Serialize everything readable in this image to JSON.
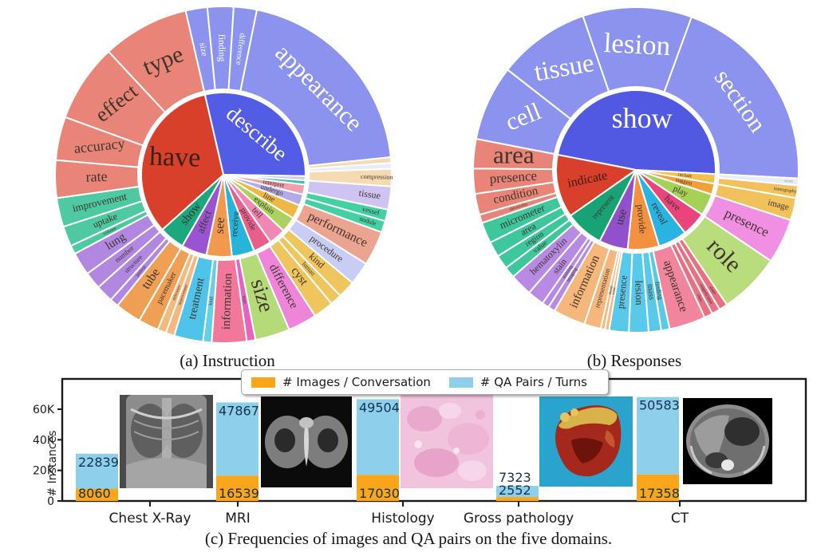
{
  "figure": {
    "caption_a": "(a) Instruction",
    "caption_b": "(b) Responses",
    "caption_c": "(c) Frequencies of images and QA pairs on the five domains."
  },
  "chart_data": [
    {
      "type": "sunburst",
      "id": "instruction",
      "title": "(a) Instruction",
      "inner_ring": [
        {
          "t": "describe",
          "a0": 347,
          "a1": 91,
          "c": "#535ce4",
          "fs": 27,
          "tc": "#ffffff",
          "rot": 40
        },
        {
          "t": "",
          "a0": 91,
          "a1": 94,
          "c": "#cdc5f3"
        },
        {
          "t": "",
          "a0": 94,
          "a1": 97,
          "c": "#38c29b"
        },
        {
          "t": "interpret",
          "a0": 97,
          "a1": 104,
          "c": "#eda0ad",
          "fs": 8
        },
        {
          "t": "undergo",
          "a0": 104,
          "a1": 112,
          "c": "#b4aae9",
          "fs": 9
        },
        {
          "t": "line",
          "a0": 112,
          "a1": 122,
          "c": "#eeb845",
          "fs": 10
        },
        {
          "t": "explain",
          "a0": 122,
          "a1": 133,
          "c": "#abd25e",
          "fs": 10
        },
        {
          "t": "tell",
          "a0": 133,
          "a1": 145,
          "c": "#f287b4",
          "fs": 11
        },
        {
          "t": "provide",
          "a0": 145,
          "a1": 158,
          "c": "#e85f8e",
          "fs": 10
        },
        {
          "t": "receive",
          "a0": 158,
          "a1": 174,
          "c": "#27b4da",
          "fs": 11,
          "rot": -86
        },
        {
          "t": "see",
          "a0": 174,
          "a1": 192,
          "c": "#f29950",
          "fs": 16
        },
        {
          "t": "affect",
          "a0": 192,
          "a1": 210,
          "c": "#9a54d2",
          "fs": 13
        },
        {
          "t": "show",
          "a0": 210,
          "a1": 228,
          "c": "#1ca87e",
          "fs": 15
        },
        {
          "t": "have",
          "a0": 228,
          "a1": 347,
          "c": "#d8402c",
          "fs": 34,
          "tc": "#33231d",
          "rot": 2
        }
      ],
      "outer_ring": [
        {
          "t": "size",
          "a0": 347,
          "a1": 354.5,
          "c": "#8b93ee",
          "fs": 11,
          "tc": "#ffffff"
        },
        {
          "t": "finding",
          "a0": 354.5,
          "a1": 3.5,
          "c": "#8b93ee",
          "fs": 12,
          "tc": "#ffffff"
        },
        {
          "t": "difference",
          "a0": 3.5,
          "a1": 11.5,
          "c": "#8b93ee",
          "fs": 10,
          "tc": "#ffffff"
        },
        {
          "t": "appearance",
          "a0": 11.5,
          "a1": 84,
          "c": "#8b93ee",
          "fs": 31,
          "tc": "#ffffff",
          "rot": 45
        },
        {
          "t": "",
          "a0": 84,
          "a1": 86,
          "c": "#f6dbb2"
        },
        {
          "t": "",
          "a0": 86,
          "a1": 88,
          "c": "#e9ebf8"
        },
        {
          "t": "compression",
          "a0": 88,
          "a1": 94,
          "c": "#f6dbb2",
          "fs": 8,
          "lro": 0.82
        },
        {
          "t": "tissue",
          "a0": 94,
          "a1": 102,
          "c": "#cfc4f1",
          "fs": 12,
          "lro": 0.75
        },
        {
          "t": "vessel",
          "a0": 102,
          "a1": 106,
          "c": "#43d0a3",
          "fs": 9,
          "lro": 0.8
        },
        {
          "t": "nodule",
          "a0": 106,
          "a1": 110,
          "c": "#43d0a3",
          "fs": 8,
          "lro": 0.8
        },
        {
          "t": "performance",
          "a0": 110,
          "a1": 122,
          "c": "#eba48f",
          "fs": 16
        },
        {
          "t": "procedure",
          "a0": 122,
          "a1": 130,
          "c": "#c9cdf4",
          "fs": 12
        },
        {
          "t": "kind",
          "a0": 130,
          "a1": 136,
          "c": "#efc55e",
          "fs": 12
        },
        {
          "t": "luman",
          "a0": 136,
          "a1": 140,
          "c": "#efc55e",
          "fs": 8
        },
        {
          "t": "cyst",
          "a0": 140,
          "a1": 147,
          "c": "#efc55e",
          "fs": 15
        },
        {
          "t": "difference",
          "a0": 147,
          "a1": 157,
          "c": "#ef85d9",
          "fs": 15
        },
        {
          "t": "size",
          "a0": 157,
          "a1": 169,
          "c": "#b5db79",
          "fs": 27
        },
        {
          "t": "type",
          "a0": 169,
          "a1": 172,
          "c": "#e863c0",
          "fs": 6
        },
        {
          "t": "information",
          "a0": 172,
          "a1": 184,
          "c": "#f1789b",
          "fs": 15,
          "rot": -88
        },
        {
          "t": "kind",
          "a0": 184,
          "a1": 187,
          "c": "#66cfe8",
          "fs": 6
        },
        {
          "t": "treatment",
          "a0": 187,
          "a1": 197,
          "c": "#4fc3e9",
          "fs": 14
        },
        {
          "t": "improvement",
          "a0": 197,
          "a1": 200,
          "c": "#f5b97e",
          "fs": 5
        },
        {
          "t": "difference",
          "a0": 200,
          "a1": 203,
          "c": "#f5b97e",
          "fs": 5
        },
        {
          "t": "pacemaker",
          "a0": 203,
          "a1": 210,
          "c": "#f0a055",
          "fs": 10
        },
        {
          "t": "tube",
          "a0": 210,
          "a1": 219,
          "c": "#f0a055",
          "fs": 16
        },
        {
          "t": "patient",
          "a0": 219,
          "a1": 222,
          "c": "#b187e2",
          "fs": 6
        },
        {
          "t": "structure",
          "a0": 222,
          "a1": 228,
          "c": "#b187e2",
          "fs": 8
        },
        {
          "t": "number",
          "a0": 228,
          "a1": 234,
          "c": "#b187e2",
          "fs": 9
        },
        {
          "t": "lung",
          "a0": 234,
          "a1": 242,
          "c": "#b187e2",
          "fs": 15
        },
        {
          "t": "volume",
          "a0": 242,
          "a1": 245,
          "c": "#4fc9a2",
          "fs": 6
        },
        {
          "t": "uptake",
          "a0": 245,
          "a1": 252,
          "c": "#4fc9a2",
          "fs": 12
        },
        {
          "t": "improvement",
          "a0": 252,
          "a1": 262,
          "c": "#4fc9a2",
          "fs": 13
        },
        {
          "t": "rate",
          "a0": 262,
          "a1": 275,
          "c": "#e88578",
          "fs": 18
        },
        {
          "t": "accuracy",
          "a0": 275,
          "a1": 290,
          "c": "#e88578",
          "fs": 18,
          "rot": -6
        },
        {
          "t": "effect",
          "a0": 290,
          "a1": 317,
          "c": "#e88578",
          "fs": 26,
          "rot": -38
        },
        {
          "t": "type",
          "a0": 317,
          "a1": 347,
          "c": "#e88578",
          "fs": 30,
          "rot": -22
        }
      ]
    },
    {
      "type": "sunburst",
      "id": "responses",
      "title": "(b) Responses",
      "inner_ring": [
        {
          "t": "show",
          "a0": 281,
          "a1": 93,
          "c": "#5158e2",
          "fs": 36,
          "tc": "#ffffff",
          "rot": 0
        },
        {
          "t": "include",
          "a0": 93,
          "a1": 100,
          "c": "#f3c04e",
          "fs": 6
        },
        {
          "t": "suggest",
          "a0": 100,
          "a1": 108,
          "c": "#f3a03c",
          "fs": 7
        },
        {
          "t": "play",
          "a0": 108,
          "a1": 124,
          "c": "#a6d157",
          "fs": 11
        },
        {
          "t": "have",
          "a0": 124,
          "a1": 142,
          "c": "#e8457d",
          "fs": 12
        },
        {
          "t": "reveal",
          "a0": 142,
          "a1": 163,
          "c": "#29b3e2",
          "fs": 12
        },
        {
          "t": "provide",
          "a0": 163,
          "a1": 186,
          "c": "#f2913f",
          "fs": 12
        },
        {
          "t": "use",
          "a0": 186,
          "a1": 207,
          "c": "#9150cc",
          "fs": 15
        },
        {
          "t": "represent",
          "a0": 207,
          "a1": 235,
          "c": "#17a376",
          "fs": 10
        },
        {
          "t": "indicate",
          "a0": 235,
          "a1": 281,
          "c": "#d8402c",
          "fs": 16,
          "tc": "#3a1a12"
        }
      ],
      "outer_ring": [
        {
          "t": "cell",
          "a0": 281,
          "a1": 308,
          "c": "#8b93ee",
          "fs": 31,
          "tc": "#ffffff",
          "rot": -22
        },
        {
          "t": "tissue",
          "a0": 308,
          "a1": 341,
          "c": "#8b93ee",
          "fs": 33,
          "tc": "#ffffff",
          "rot": -10
        },
        {
          "t": "lesion",
          "a0": 341,
          "a1": 20,
          "c": "#8b93ee",
          "fs": 35,
          "tc": "#ffffff",
          "rot": 3
        },
        {
          "t": "section",
          "a0": 20,
          "a1": 93,
          "c": "#8b93ee",
          "fs": 31,
          "tc": "#ffffff",
          "rot": 55
        },
        {
          "t": "score",
          "a0": 93,
          "a1": 95.5,
          "c": "#e9ebf8",
          "fs": 5,
          "tc": "#8a8aa0",
          "lro": 0.88
        },
        {
          "t": "tomography",
          "a0": 95.5,
          "a1": 100,
          "c": "#f1c25c",
          "fs": 6,
          "lro": 0.85
        },
        {
          "t": "image",
          "a0": 100,
          "a1": 108,
          "c": "#f1c25c",
          "fs": 11,
          "lro": 0.8
        },
        {
          "t": "presence",
          "a0": 108,
          "a1": 124,
          "c": "#f18fe3",
          "fs": 17
        },
        {
          "t": "role",
          "a0": 124,
          "a1": 146,
          "c": "#b9dd7d",
          "fs": 30
        },
        {
          "t": "shape",
          "a0": 146,
          "a1": 149,
          "c": "#e87080",
          "fs": 5,
          "lro": 0.75
        },
        {
          "t": "magnification",
          "a0": 149,
          "a1": 152,
          "c": "#e87080",
          "fs": 5,
          "lro": 0.75
        },
        {
          "t": "class",
          "a0": 152,
          "a1": 155,
          "c": "#e87080",
          "fs": 5,
          "lro": 0.75
        },
        {
          "t": "appearance",
          "a0": 155,
          "a1": 168,
          "c": "#f2859e",
          "fs": 15
        },
        {
          "t": "finding",
          "a0": 168,
          "a1": 171,
          "c": "#59c9ea",
          "fs": 8
        },
        {
          "t": "mass",
          "a0": 171,
          "a1": 175.5,
          "c": "#59c9ea",
          "fs": 10
        },
        {
          "t": "lesion",
          "a0": 175.5,
          "a1": 182.5,
          "c": "#59c9ea",
          "fs": 13
        },
        {
          "t": "presence",
          "a0": 182.5,
          "a1": 189.5,
          "c": "#59c9ea",
          "fs": 12
        },
        {
          "t": "view",
          "a0": 189.5,
          "a1": 191,
          "c": "#f6b77c",
          "fs": 5
        },
        {
          "t": "detail",
          "a0": 191,
          "a1": 192.5,
          "c": "#f6b77c",
          "fs": 5
        },
        {
          "t": "representation",
          "a0": 192.5,
          "a1": 198.5,
          "c": "#f6b77c",
          "fs": 9
        },
        {
          "t": "information",
          "a0": 198.5,
          "a1": 210,
          "c": "#f6b77c",
          "fs": 15
        },
        {
          "t": "imaging",
          "a0": 210,
          "a1": 212.5,
          "c": "#b78ae4",
          "fs": 6
        },
        {
          "t": "staining",
          "a0": 212.5,
          "a1": 215,
          "c": "#b78ae4",
          "fs": 6
        },
        {
          "t": "stain",
          "a0": 215,
          "a1": 221,
          "c": "#b78ae4",
          "fs": 11
        },
        {
          "t": "hematoxylin",
          "a0": 221,
          "a1": 229,
          "c": "#b78ae4",
          "fs": 12
        },
        {
          "t": "value",
          "a0": 229,
          "a1": 233,
          "c": "#3ec79d",
          "fs": 9
        },
        {
          "t": "region",
          "a0": 233,
          "a1": 238,
          "c": "#3ec79d",
          "fs": 10
        },
        {
          "t": "area",
          "a0": 238,
          "a1": 243.5,
          "c": "#3ec79d",
          "fs": 12
        },
        {
          "t": "micrometer",
          "a0": 243.5,
          "a1": 251,
          "c": "#3ec79d",
          "fs": 13
        },
        {
          "t": "abnormality",
          "a0": 251,
          "a1": 254,
          "c": "#e88578",
          "fs": 5
        },
        {
          "t": "condition",
          "a0": 254,
          "a1": 261.5,
          "c": "#e88578",
          "fs": 15
        },
        {
          "t": "presence",
          "a0": 261.5,
          "a1": 270.5,
          "c": "#e88578",
          "fs": 17
        },
        {
          "t": "area",
          "a0": 270.5,
          "a1": 281,
          "c": "#e88578",
          "fs": 31,
          "rot": 0
        }
      ]
    },
    {
      "type": "bar",
      "id": "frequencies",
      "title": "(c) Frequencies of images and QA pairs on the five domains.",
      "stacked": true,
      "categories": [
        "Chest X-Ray",
        "MRI",
        "Histology",
        "Gross pathology",
        "CT"
      ],
      "series": [
        {
          "name": "# Images / Conversation",
          "color": "#f9a61a",
          "values": [
            8060,
            16539,
            17030,
            2552,
            17358
          ]
        },
        {
          "name": "# QA Pairs / Turns",
          "color": "#8ed0ec",
          "values": [
            22839,
            47867,
            49504,
            7323,
            50583
          ]
        }
      ],
      "ylabel": "# Instances",
      "yticks": [
        {
          "v": 0,
          "label": "0"
        },
        {
          "v": 20000,
          "label": "20K"
        },
        {
          "v": 40000,
          "label": "40K"
        },
        {
          "v": 60000,
          "label": "60K"
        }
      ],
      "ylim": [
        0,
        80000
      ],
      "value_label_color": "#16324a",
      "label_mode": [
        "inside",
        "inside",
        "inside",
        "outside",
        "inside"
      ],
      "legend_position": "top",
      "domain_images": [
        "chest-xray-photo",
        "mri-photo",
        "histology-photo",
        "gross-pathology-photo",
        "ct-photo"
      ]
    }
  ],
  "legend": {
    "images_label": "# Images / Conversation",
    "qa_label": "# QA Pairs / Turns",
    "images_color": "#f9a61a",
    "qa_color": "#8ed0ec"
  }
}
